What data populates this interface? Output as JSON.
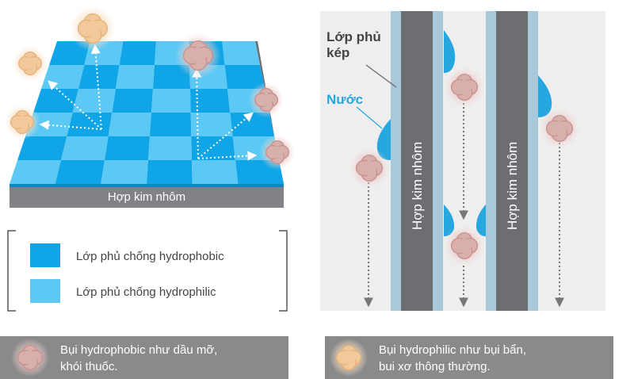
{
  "left_panel": {
    "slab_label": "Hợp kim nhôm",
    "legend": [
      {
        "label": "Lớp phủ chống hydrophobic",
        "color": "#0fa5e6"
      },
      {
        "label": "Lớp phủ chống hydrophilic",
        "color": "#5cc9f5"
      }
    ]
  },
  "right_panel": {
    "coat_label_line1": "Lớp phủ",
    "coat_label_line2": "kép",
    "water_label": "Nước",
    "column_label": "Hợp kim nhôm"
  },
  "bottom": {
    "hydrophobic_line1": "Bụi hydrophobic như dầu mỡ,",
    "hydrophobic_line2": "khói thuốc.",
    "hydrophilic_line1": "Bụi hydrophilic như bụi bẩn,",
    "hydrophilic_line2": "bui xơ thông thường."
  },
  "colors": {
    "tile_dark": "#0fa5e6",
    "tile_light": "#5cc9f5",
    "slab_gray": "#808285",
    "panel_bg": "#eeeeee",
    "column_dark": "#6d6e71",
    "coat_blue": "#a9c8d9",
    "water": "#27a7e0",
    "particle_pink": "#d7b0ac",
    "particle_tan": "#f1c99b",
    "bottom_bar": "#8a8a8a"
  }
}
